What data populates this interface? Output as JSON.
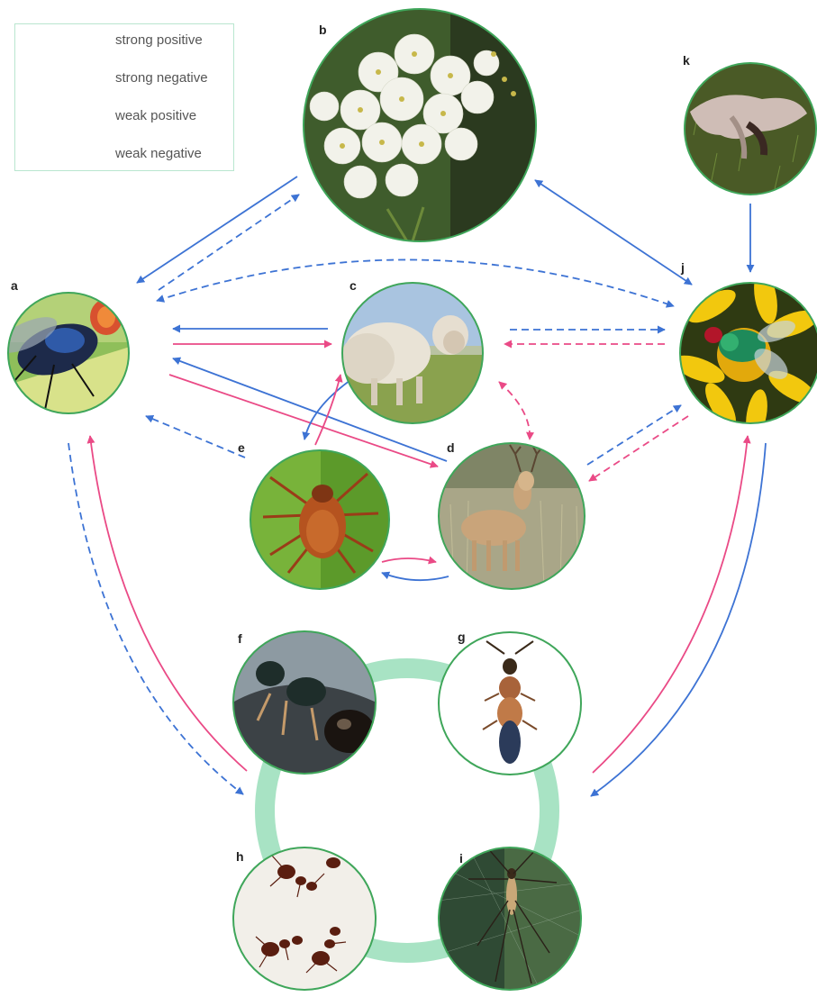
{
  "legend": {
    "items": [
      {
        "label": "strong positive",
        "color": "#3d73d4",
        "style": "solid"
      },
      {
        "label": "strong negative",
        "color": "#ea4a86",
        "style": "solid"
      },
      {
        "label": "weak positive",
        "color": "#3d73d4",
        "style": "dashed"
      },
      {
        "label": "weak negative",
        "color": "#ea4a86",
        "style": "dashed"
      }
    ]
  },
  "colors": {
    "positive": "#3d73d4",
    "negative": "#ea4a86",
    "node_border": "#3fa65a",
    "community_ring": "#a8e3c4"
  },
  "nodes": {
    "a": {
      "letter": "a",
      "subject": "blowfly"
    },
    "b": {
      "letter": "b",
      "subject": "white-allium-flowers"
    },
    "c": {
      "letter": "c",
      "subject": "sheep"
    },
    "d": {
      "letter": "d",
      "subject": "deer"
    },
    "e": {
      "letter": "e",
      "subject": "tick"
    },
    "f": {
      "letter": "f",
      "subject": "parasitoid-wasp"
    },
    "g": {
      "letter": "g",
      "subject": "rove-beetle"
    },
    "h": {
      "letter": "h",
      "subject": "ants"
    },
    "i": {
      "letter": "i",
      "subject": "spider"
    },
    "j": {
      "letter": "j",
      "subject": "green-bottle-fly"
    },
    "k": {
      "letter": "k",
      "subject": "carrion"
    }
  }
}
